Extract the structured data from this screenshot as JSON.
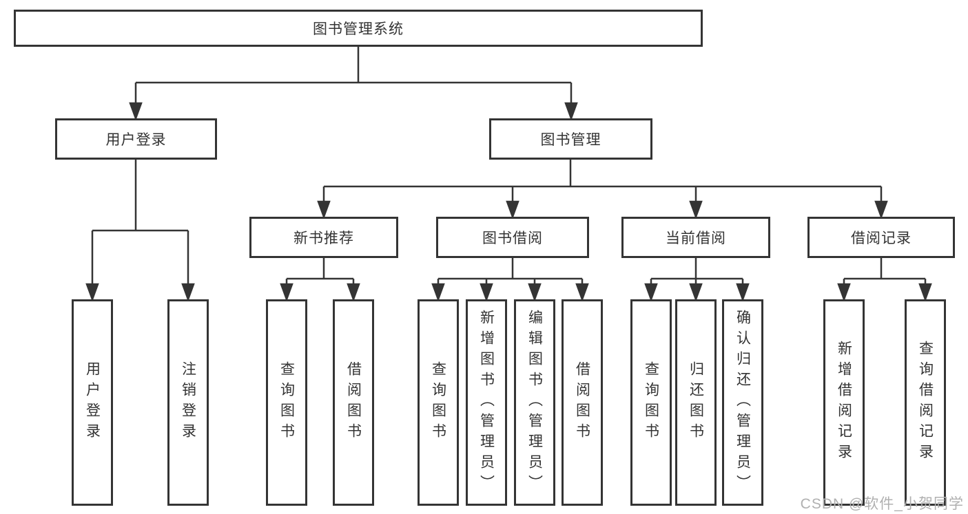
{
  "diagram": {
    "title": "图书管理系统",
    "root": {
      "label": "图书管理系统"
    },
    "level2": [
      {
        "label": "用户登录"
      },
      {
        "label": "图书管理"
      }
    ],
    "level3": [
      {
        "label": "新书推荐",
        "parent": "图书管理"
      },
      {
        "label": "图书借阅",
        "parent": "图书管理"
      },
      {
        "label": "当前借阅",
        "parent": "图书管理"
      },
      {
        "label": "借阅记录",
        "parent": "图书管理"
      }
    ],
    "leaves": [
      {
        "label": "用户登录",
        "parent": "用户登录"
      },
      {
        "label": "注销登录",
        "parent": "用户登录"
      },
      {
        "label": "查询图书",
        "parent": "新书推荐"
      },
      {
        "label": "借阅图书",
        "parent": "新书推荐"
      },
      {
        "label": "查询图书",
        "parent": "图书借阅"
      },
      {
        "label": "新增图书（管理员）",
        "parent": "图书借阅"
      },
      {
        "label": "编辑图书（管理员）",
        "parent": "图书借阅"
      },
      {
        "label": "借阅图书",
        "parent": "图书借阅"
      },
      {
        "label": "查询图书",
        "parent": "当前借阅"
      },
      {
        "label": "归还图书",
        "parent": "当前借阅"
      },
      {
        "label": "确认归还（管理员）",
        "parent": "当前借阅"
      },
      {
        "label": "新增借阅记录",
        "parent": "借阅记录"
      },
      {
        "label": "查询借阅记录",
        "parent": "借阅记录"
      }
    ],
    "watermark": "CSDN @软件_小贺同学",
    "colors": {
      "line": "#343434",
      "box_fill": "#ffffff",
      "text": "#333333",
      "watermark": "#b0b0b0"
    }
  }
}
